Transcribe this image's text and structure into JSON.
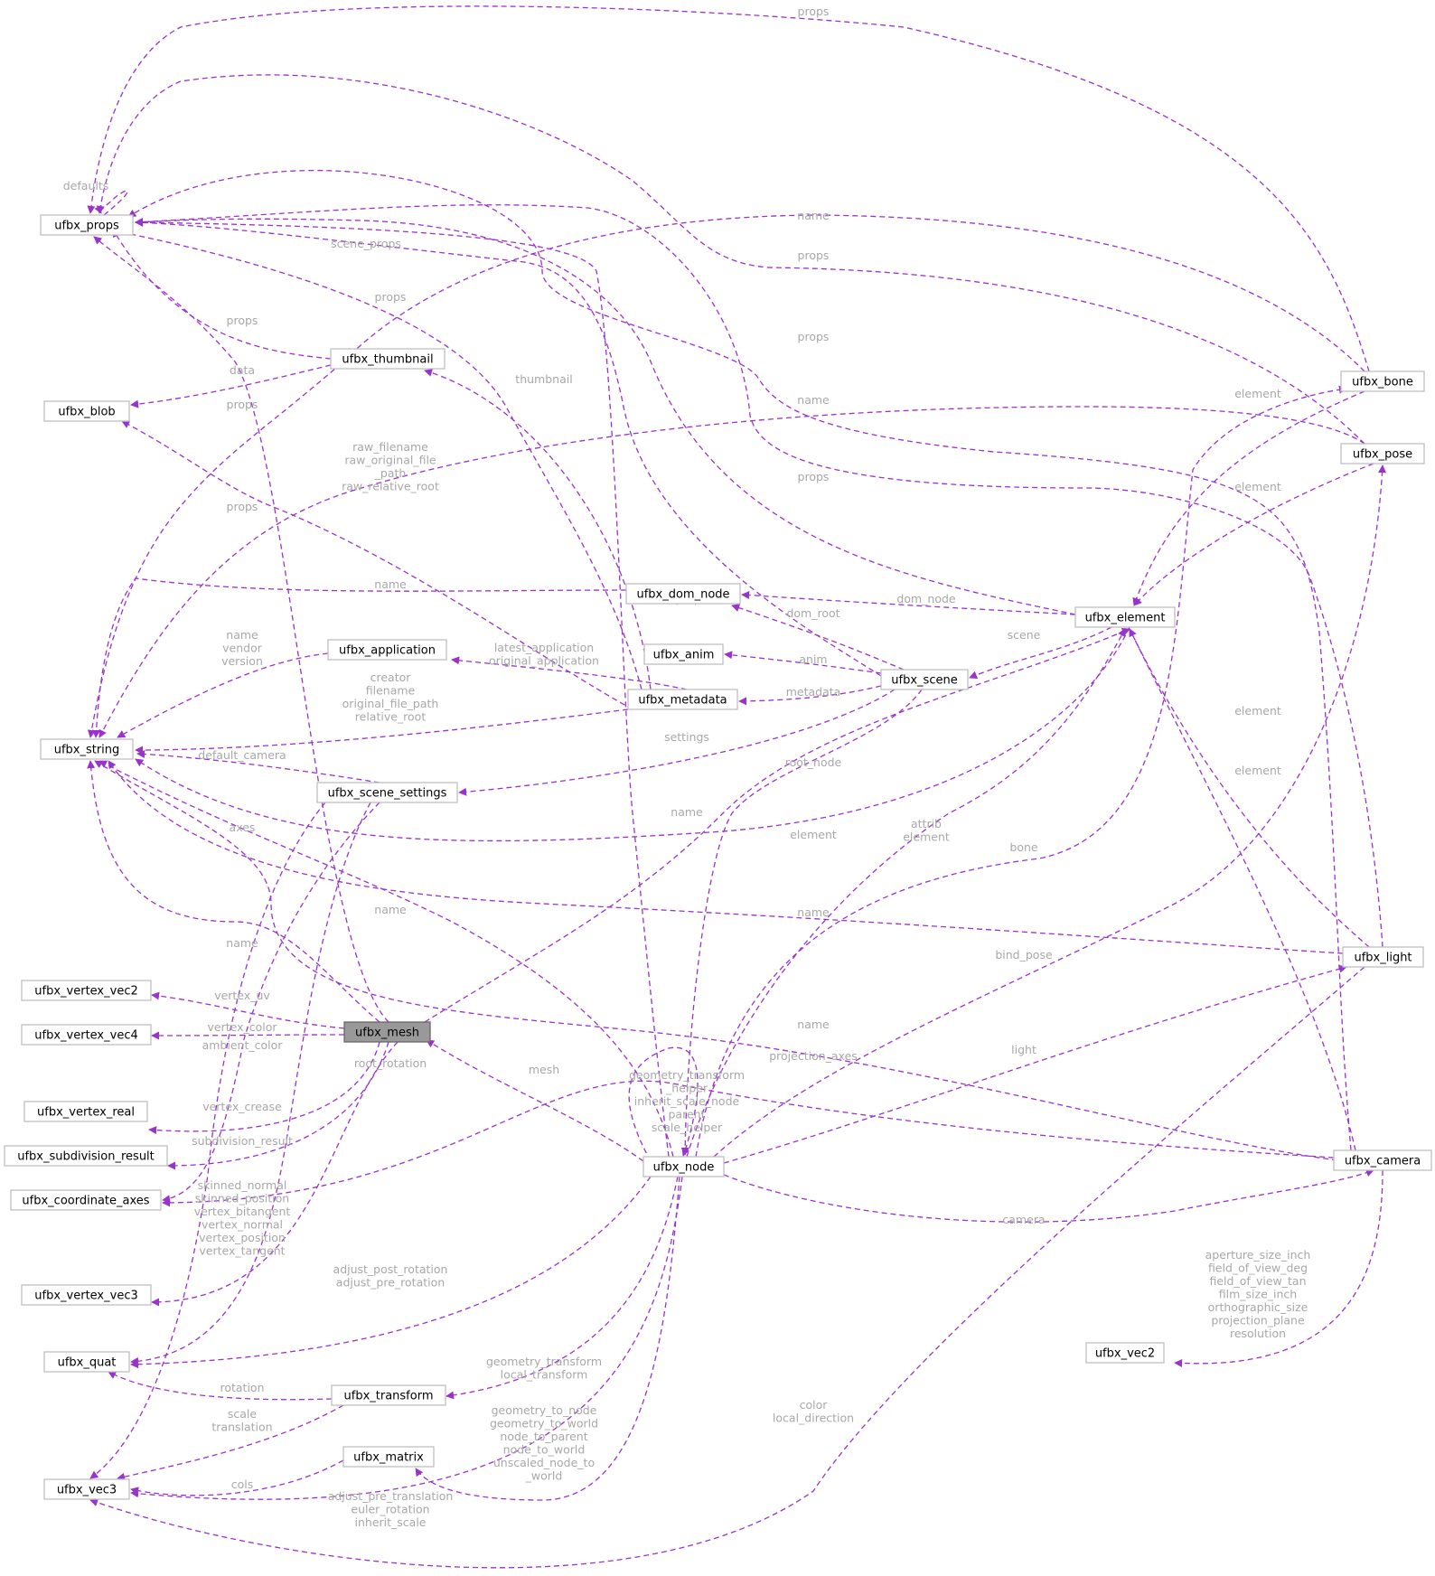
{
  "nodes": [
    {
      "id": "props",
      "label": "ufbx_props"
    },
    {
      "id": "blob",
      "label": "ufbx_blob"
    },
    {
      "id": "string",
      "label": "ufbx_string"
    },
    {
      "id": "vertex_vec2",
      "label": "ufbx_vertex_vec2"
    },
    {
      "id": "vertex_vec4",
      "label": "ufbx_vertex_vec4"
    },
    {
      "id": "vertex_real",
      "label": "ufbx_vertex_real"
    },
    {
      "id": "subdivision_result",
      "label": "ufbx_subdivision_result"
    },
    {
      "id": "coordinate_axes",
      "label": "ufbx_coordinate_axes"
    },
    {
      "id": "vertex_vec3",
      "label": "ufbx_vertex_vec3"
    },
    {
      "id": "quat",
      "label": "ufbx_quat"
    },
    {
      "id": "vec3",
      "label": "ufbx_vec3"
    },
    {
      "id": "thumbnail",
      "label": "ufbx_thumbnail"
    },
    {
      "id": "application",
      "label": "ufbx_application"
    },
    {
      "id": "scene_settings",
      "label": "ufbx_scene_settings"
    },
    {
      "id": "mesh",
      "label": "ufbx_mesh",
      "focus": true
    },
    {
      "id": "transform",
      "label": "ufbx_transform"
    },
    {
      "id": "matrix",
      "label": "ufbx_matrix"
    },
    {
      "id": "dom_node",
      "label": "ufbx_dom_node"
    },
    {
      "id": "anim",
      "label": "ufbx_anim"
    },
    {
      "id": "metadata",
      "label": "ufbx_metadata"
    },
    {
      "id": "node",
      "label": "ufbx_node"
    },
    {
      "id": "element",
      "label": "ufbx_element"
    },
    {
      "id": "scene",
      "label": "ufbx_scene"
    },
    {
      "id": "vec2",
      "label": "ufbx_vec2"
    },
    {
      "id": "bone",
      "label": "ufbx_bone"
    },
    {
      "id": "pose",
      "label": "ufbx_pose"
    },
    {
      "id": "light",
      "label": "ufbx_light"
    },
    {
      "id": "camera",
      "label": "ufbx_camera"
    }
  ],
  "edges": [
    {
      "from": "props",
      "to": "props",
      "label": [
        "defaults"
      ]
    },
    {
      "from": "thumbnail",
      "to": "props",
      "label": [
        "props"
      ]
    },
    {
      "from": "thumbnail",
      "to": "blob",
      "label": [
        "data"
      ]
    },
    {
      "from": "bone",
      "to": "props",
      "label": [
        "props"
      ]
    },
    {
      "from": "pose",
      "to": "props",
      "label": [
        "props"
      ]
    },
    {
      "from": "camera",
      "to": "props",
      "label": [
        "props"
      ]
    },
    {
      "from": "light",
      "to": "props",
      "label": [
        "props"
      ]
    },
    {
      "from": "element",
      "to": "props",
      "label": [
        "props"
      ]
    },
    {
      "from": "scene",
      "to": "props",
      "label": [
        "scene_props"
      ]
    },
    {
      "from": "metadata",
      "to": "props",
      "label": [
        "props"
      ]
    },
    {
      "from": "mesh",
      "to": "props",
      "label": [
        "props"
      ]
    },
    {
      "from": "node",
      "to": "props",
      "label": [
        "props"
      ]
    },
    {
      "from": "bone",
      "to": "string",
      "label": [
        "name"
      ]
    },
    {
      "from": "pose",
      "to": "string",
      "label": [
        "name"
      ]
    },
    {
      "from": "dom_node",
      "to": "string",
      "label": [
        "name"
      ]
    },
    {
      "from": "application",
      "to": "string",
      "label": [
        "name",
        "vendor",
        "version"
      ]
    },
    {
      "from": "metadata",
      "to": "string",
      "label": [
        "creator",
        "filename",
        "original_file_path",
        "relative_root"
      ]
    },
    {
      "from": "scene_settings",
      "to": "string",
      "label": [
        "default_camera"
      ]
    },
    {
      "from": "element",
      "to": "string",
      "label": [
        "name"
      ]
    },
    {
      "from": "light",
      "to": "string",
      "label": [
        "name"
      ]
    },
    {
      "from": "node",
      "to": "string",
      "label": [
        "name"
      ]
    },
    {
      "from": "mesh",
      "to": "string",
      "label": [
        "name"
      ]
    },
    {
      "from": "camera",
      "to": "string",
      "label": [
        "name"
      ]
    },
    {
      "from": "metadata",
      "to": "blob",
      "label": [
        "raw_filename",
        "raw_original_file",
        "_path",
        "raw_relative_root"
      ]
    },
    {
      "from": "metadata",
      "to": "thumbnail",
      "label": [
        "thumbnail"
      ]
    },
    {
      "from": "metadata",
      "to": "application",
      "label": [
        "latest_application",
        "original_application"
      ]
    },
    {
      "from": "scene",
      "to": "metadata",
      "label": [
        "metadata"
      ]
    },
    {
      "from": "scene",
      "to": "dom_node",
      "label": [
        "dom_root"
      ]
    },
    {
      "from": "scene",
      "to": "anim",
      "label": [
        "anim"
      ]
    },
    {
      "from": "scene",
      "to": "scene_settings",
      "label": [
        "settings"
      ]
    },
    {
      "from": "scene",
      "to": "node",
      "label": [
        "root_node"
      ]
    },
    {
      "from": "element",
      "to": "dom_node",
      "label": [
        "dom_node"
      ]
    },
    {
      "from": "element",
      "to": "scene",
      "label": [
        "scene"
      ]
    },
    {
      "from": "bone",
      "to": "element",
      "label": [
        "element"
      ]
    },
    {
      "from": "pose",
      "to": "element",
      "label": [
        "element"
      ]
    },
    {
      "from": "camera",
      "to": "element",
      "label": [
        "element"
      ]
    },
    {
      "from": "light",
      "to": "element",
      "label": [
        "element"
      ]
    },
    {
      "from": "mesh",
      "to": "element",
      "label": [
        "element"
      ]
    },
    {
      "from": "node",
      "to": "element",
      "label": [
        "attrib",
        "element"
      ]
    },
    {
      "from": "node",
      "to": "bone",
      "label": [
        "bone"
      ]
    },
    {
      "from": "node",
      "to": "pose",
      "label": [
        "bind_pose"
      ]
    },
    {
      "from": "node",
      "to": "light",
      "label": [
        "light"
      ]
    },
    {
      "from": "node",
      "to": "camera",
      "label": [
        "camera"
      ]
    },
    {
      "from": "node",
      "to": "mesh",
      "label": [
        "mesh"
      ]
    },
    {
      "from": "node",
      "to": "node",
      "label": [
        "geometry_transform",
        "_helper",
        "inherit_scale_node",
        "parent",
        "scale_helper"
      ]
    },
    {
      "from": "mesh",
      "to": "vertex_vec2",
      "label": [
        "vertex_uv"
      ]
    },
    {
      "from": "mesh",
      "to": "vertex_vec4",
      "label": [
        "vertex_color"
      ]
    },
    {
      "from": "mesh",
      "to": "vertex_real",
      "label": [
        "vertex_crease"
      ]
    },
    {
      "from": "mesh",
      "to": "subdivision_result",
      "label": [
        "subdivision_result"
      ]
    },
    {
      "from": "mesh",
      "to": "vertex_vec3",
      "label": [
        "skinned_normal",
        "skinned_position",
        "vertex_bitangent",
        "vertex_normal",
        "vertex_position",
        "vertex_tangent"
      ]
    },
    {
      "from": "scene_settings",
      "to": "coordinate_axes",
      "label": [
        "axes"
      ]
    },
    {
      "from": "camera",
      "to": "coordinate_axes",
      "label": [
        "projection_axes"
      ]
    },
    {
      "from": "scene_settings",
      "to": "quat",
      "label": [
        "root_rotation"
      ]
    },
    {
      "from": "node",
      "to": "quat",
      "label": [
        "adjust_post_rotation",
        "adjust_pre_rotation"
      ]
    },
    {
      "from": "transform",
      "to": "quat",
      "label": [
        "rotation"
      ]
    },
    {
      "from": "transform",
      "to": "vec3",
      "label": [
        "scale",
        "translation"
      ]
    },
    {
      "from": "matrix",
      "to": "vec3",
      "label": [
        "cols"
      ]
    },
    {
      "from": "scene_settings",
      "to": "vec3",
      "label": [
        "ambient_color"
      ]
    },
    {
      "from": "node",
      "to": "vec3",
      "label": [
        "adjust_pre_translation",
        "euler_rotation",
        "inherit_scale"
      ]
    },
    {
      "from": "light",
      "to": "vec3",
      "label": [
        "color",
        "local_direction"
      ]
    },
    {
      "from": "node",
      "to": "transform",
      "label": [
        "geometry_transform",
        "local_transform"
      ]
    },
    {
      "from": "node",
      "to": "matrix",
      "label": [
        "geometry_to_node",
        "geometry_to_world",
        "node_to_parent",
        "node_to_world",
        "unscaled_node_to",
        "_world"
      ]
    },
    {
      "from": "camera",
      "to": "vec2",
      "label": [
        "aperture_size_inch",
        "field_of_view_deg",
        "field_of_view_tan",
        "film_size_inch",
        "orthographic_size",
        "projection_plane",
        "resolution"
      ]
    }
  ]
}
